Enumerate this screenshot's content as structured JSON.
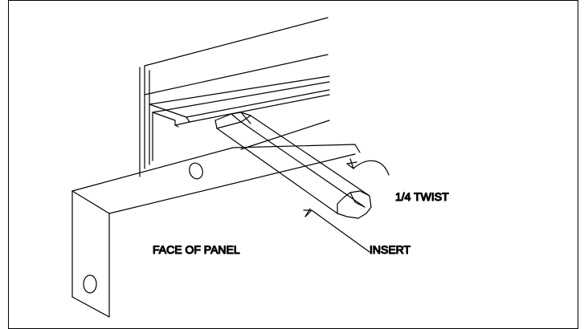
{
  "labels": {
    "twist": "1/4 TWIST",
    "face_of_panel": "FACE OF PANEL",
    "insert": "INSERT"
  }
}
